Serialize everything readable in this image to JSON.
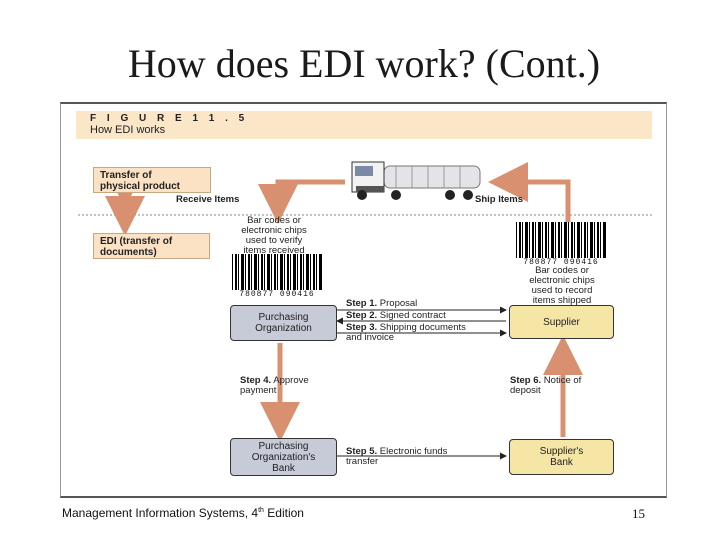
{
  "slide": {
    "title": "How does EDI work? (Cont.)",
    "page_number": "15",
    "footer": {
      "text_before": "Management Information Systems, 4",
      "superscript": "th",
      "text_after": " Edition"
    }
  },
  "figure": {
    "number": "F I G U R E   1 1 . 5",
    "caption": "How EDI works",
    "legend": {
      "physical": "Transfer of\nphysical product",
      "edi": "EDI (transfer of\ndocuments)"
    },
    "truck_labels": {
      "receive": "Receive Items",
      "ship": "Ship Items"
    },
    "barcode_left": {
      "text": "Bar codes or\nelectronic chips\nused to verify\nitems received",
      "number": "780877  090416"
    },
    "barcode_right": {
      "text": "Bar codes or\nelectronic chips\nused to record\nitems shipped",
      "number": "780877  090416"
    },
    "nodes": {
      "purchasing_org": "Purchasing\nOrganization",
      "supplier": "Supplier",
      "purchasing_bank": "Purchasing\nOrganization's\nBank",
      "supplier_bank": "Supplier's\nBank"
    },
    "steps": {
      "step1": {
        "label": "Step 1.",
        "text": "Proposal"
      },
      "step2": {
        "label": "Step 2.",
        "text": "Signed contract"
      },
      "step3": {
        "label": "Step 3.",
        "text": "Shipping documents\n             and invoice"
      },
      "step4": {
        "label": "Step 4.",
        "text": "Approve\n               payment"
      },
      "step5": {
        "label": "Step 5.",
        "text": "Electronic funds\n          transfer"
      },
      "step6": {
        "label": "Step 6.",
        "text": "Notice of\n            deposit"
      }
    },
    "colors": {
      "header": "#fbe6c8",
      "legend": "#fbe2c4",
      "buyer_node": "#c7cbd8",
      "supplier_node": "#f5e6a6",
      "arrow": "#d89070"
    }
  }
}
